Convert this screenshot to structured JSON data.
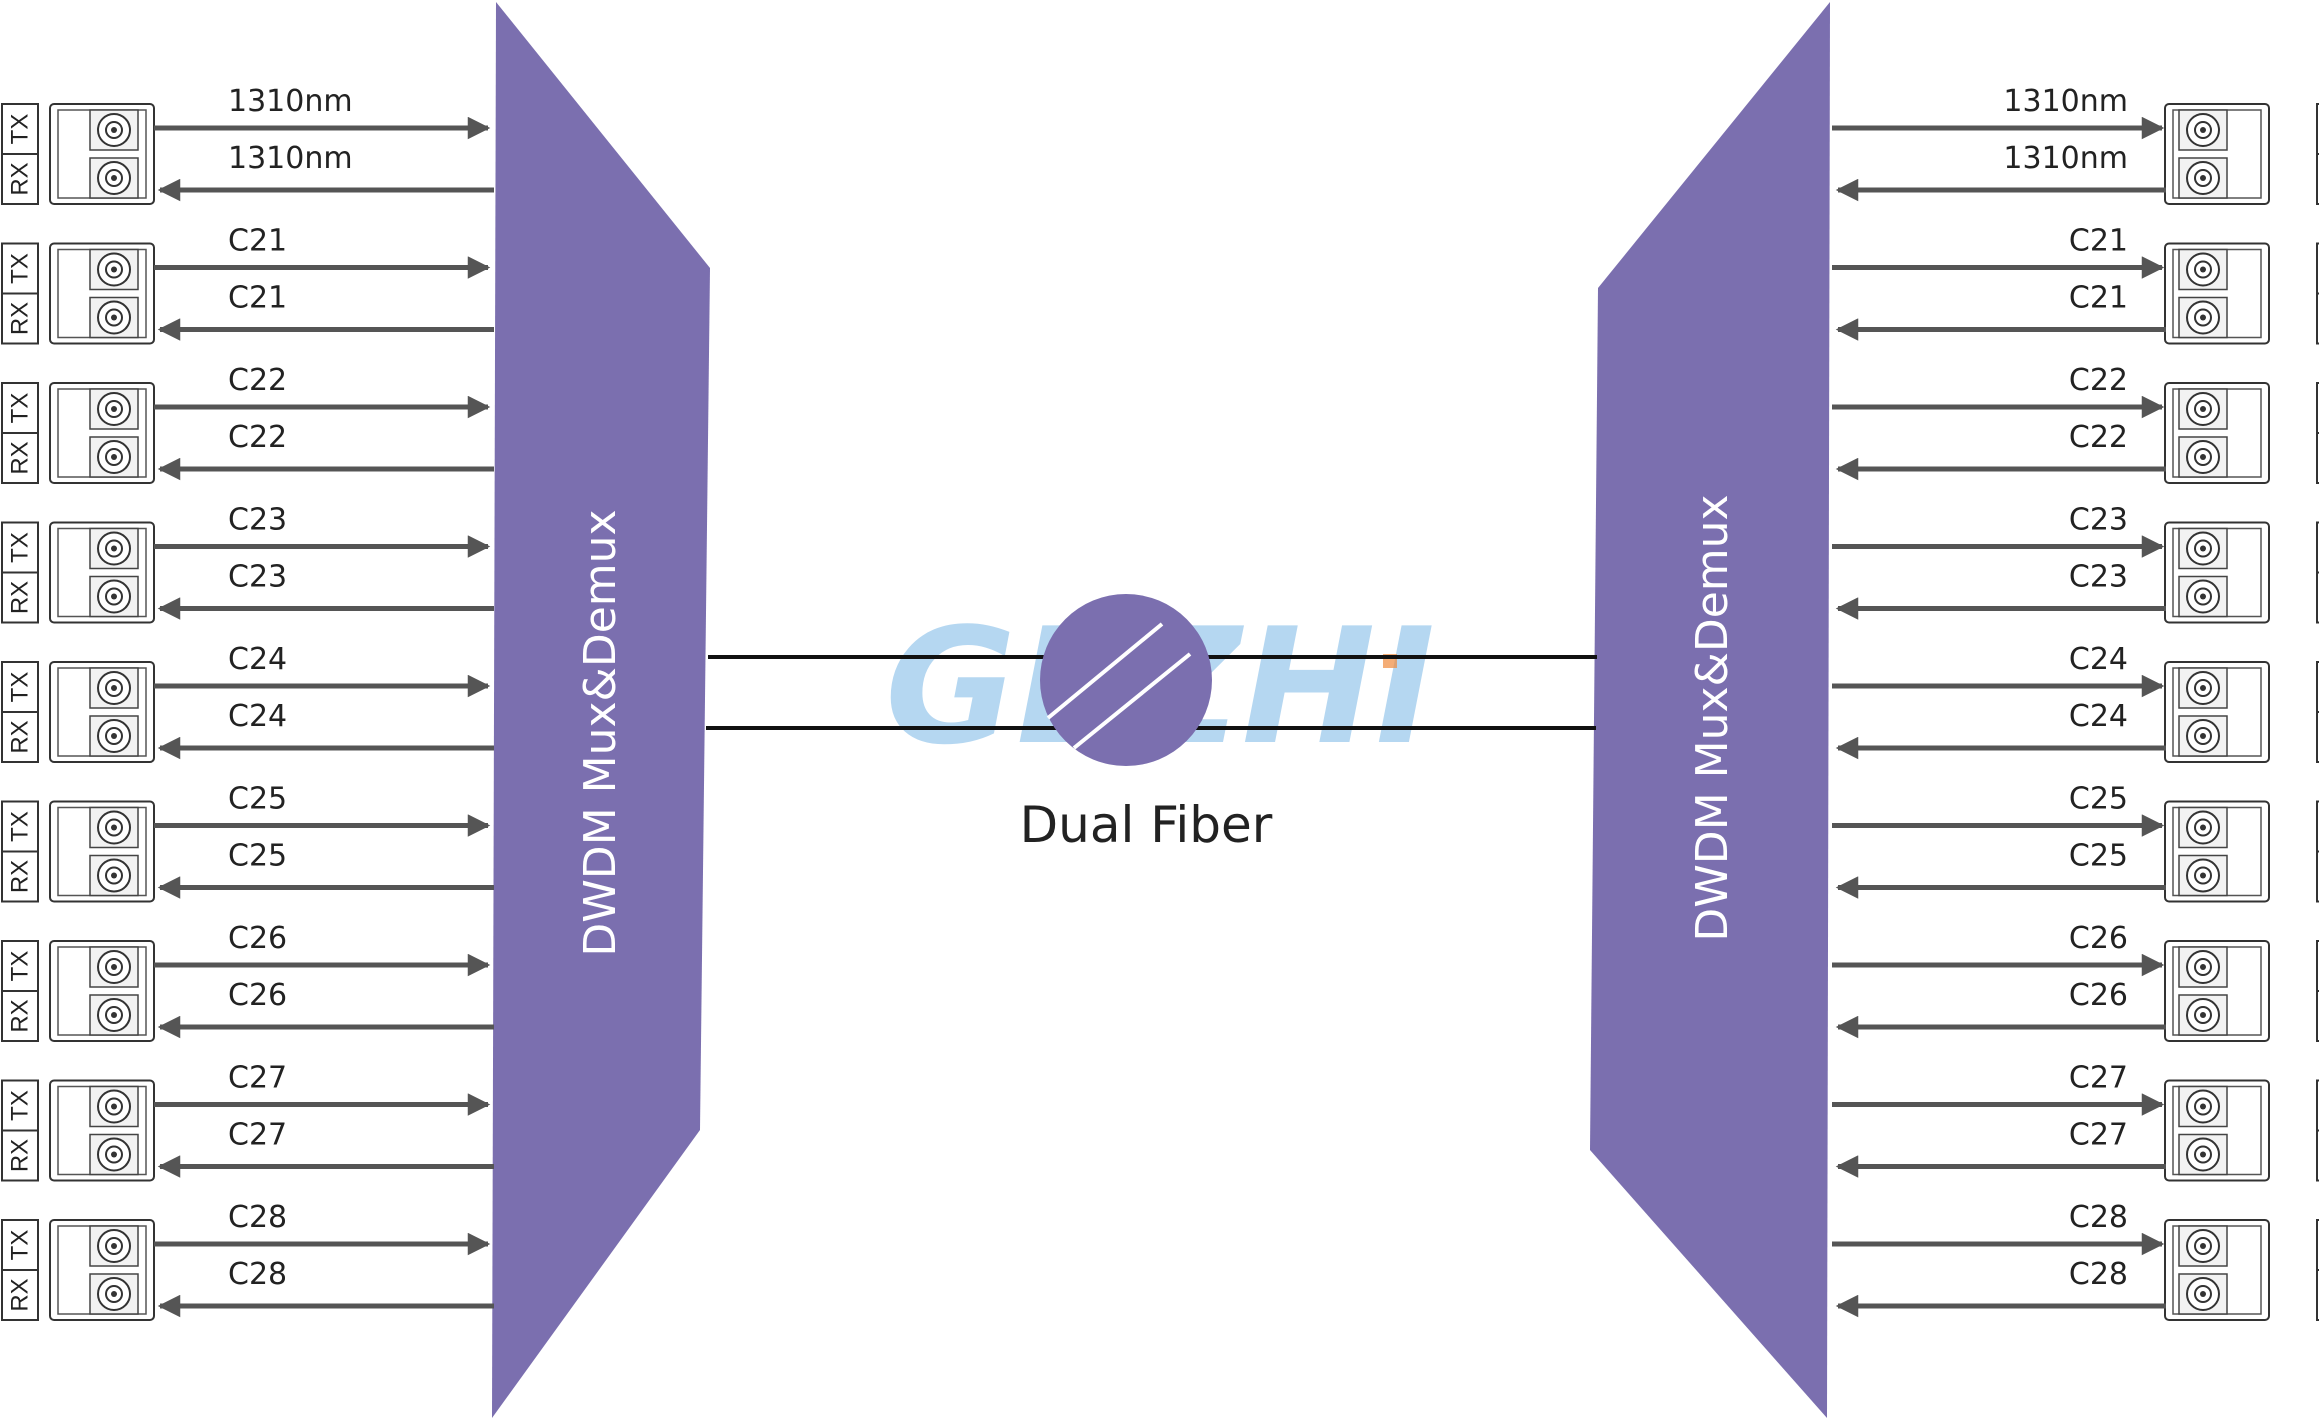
{
  "diagram": {
    "mux_label": "DWDM Mux&Demux",
    "fiber_label": "Dual Fiber",
    "watermark": "GEZHI",
    "port_labels": {
      "tx": "TX",
      "rx": "RX"
    },
    "channels": [
      {
        "tx_label": "1310nm",
        "rx_label": "1310nm"
      },
      {
        "tx_label": "C21",
        "rx_label": "C21"
      },
      {
        "tx_label": "C22",
        "rx_label": "C22"
      },
      {
        "tx_label": "C23",
        "rx_label": "C23"
      },
      {
        "tx_label": "C24",
        "rx_label": "C24"
      },
      {
        "tx_label": "C25",
        "rx_label": "C25"
      },
      {
        "tx_label": "C26",
        "rx_label": "C26"
      },
      {
        "tx_label": "C27",
        "rx_label": "C27"
      },
      {
        "tx_label": "C28",
        "rx_label": "C28"
      }
    ],
    "colors": {
      "mux": "#7b6faf",
      "arrow": "#555555",
      "fiber": "#111111",
      "circle": "#7b6faf",
      "watermark": "#5ba7e0",
      "watermark_accent": "#f08a3c"
    }
  }
}
